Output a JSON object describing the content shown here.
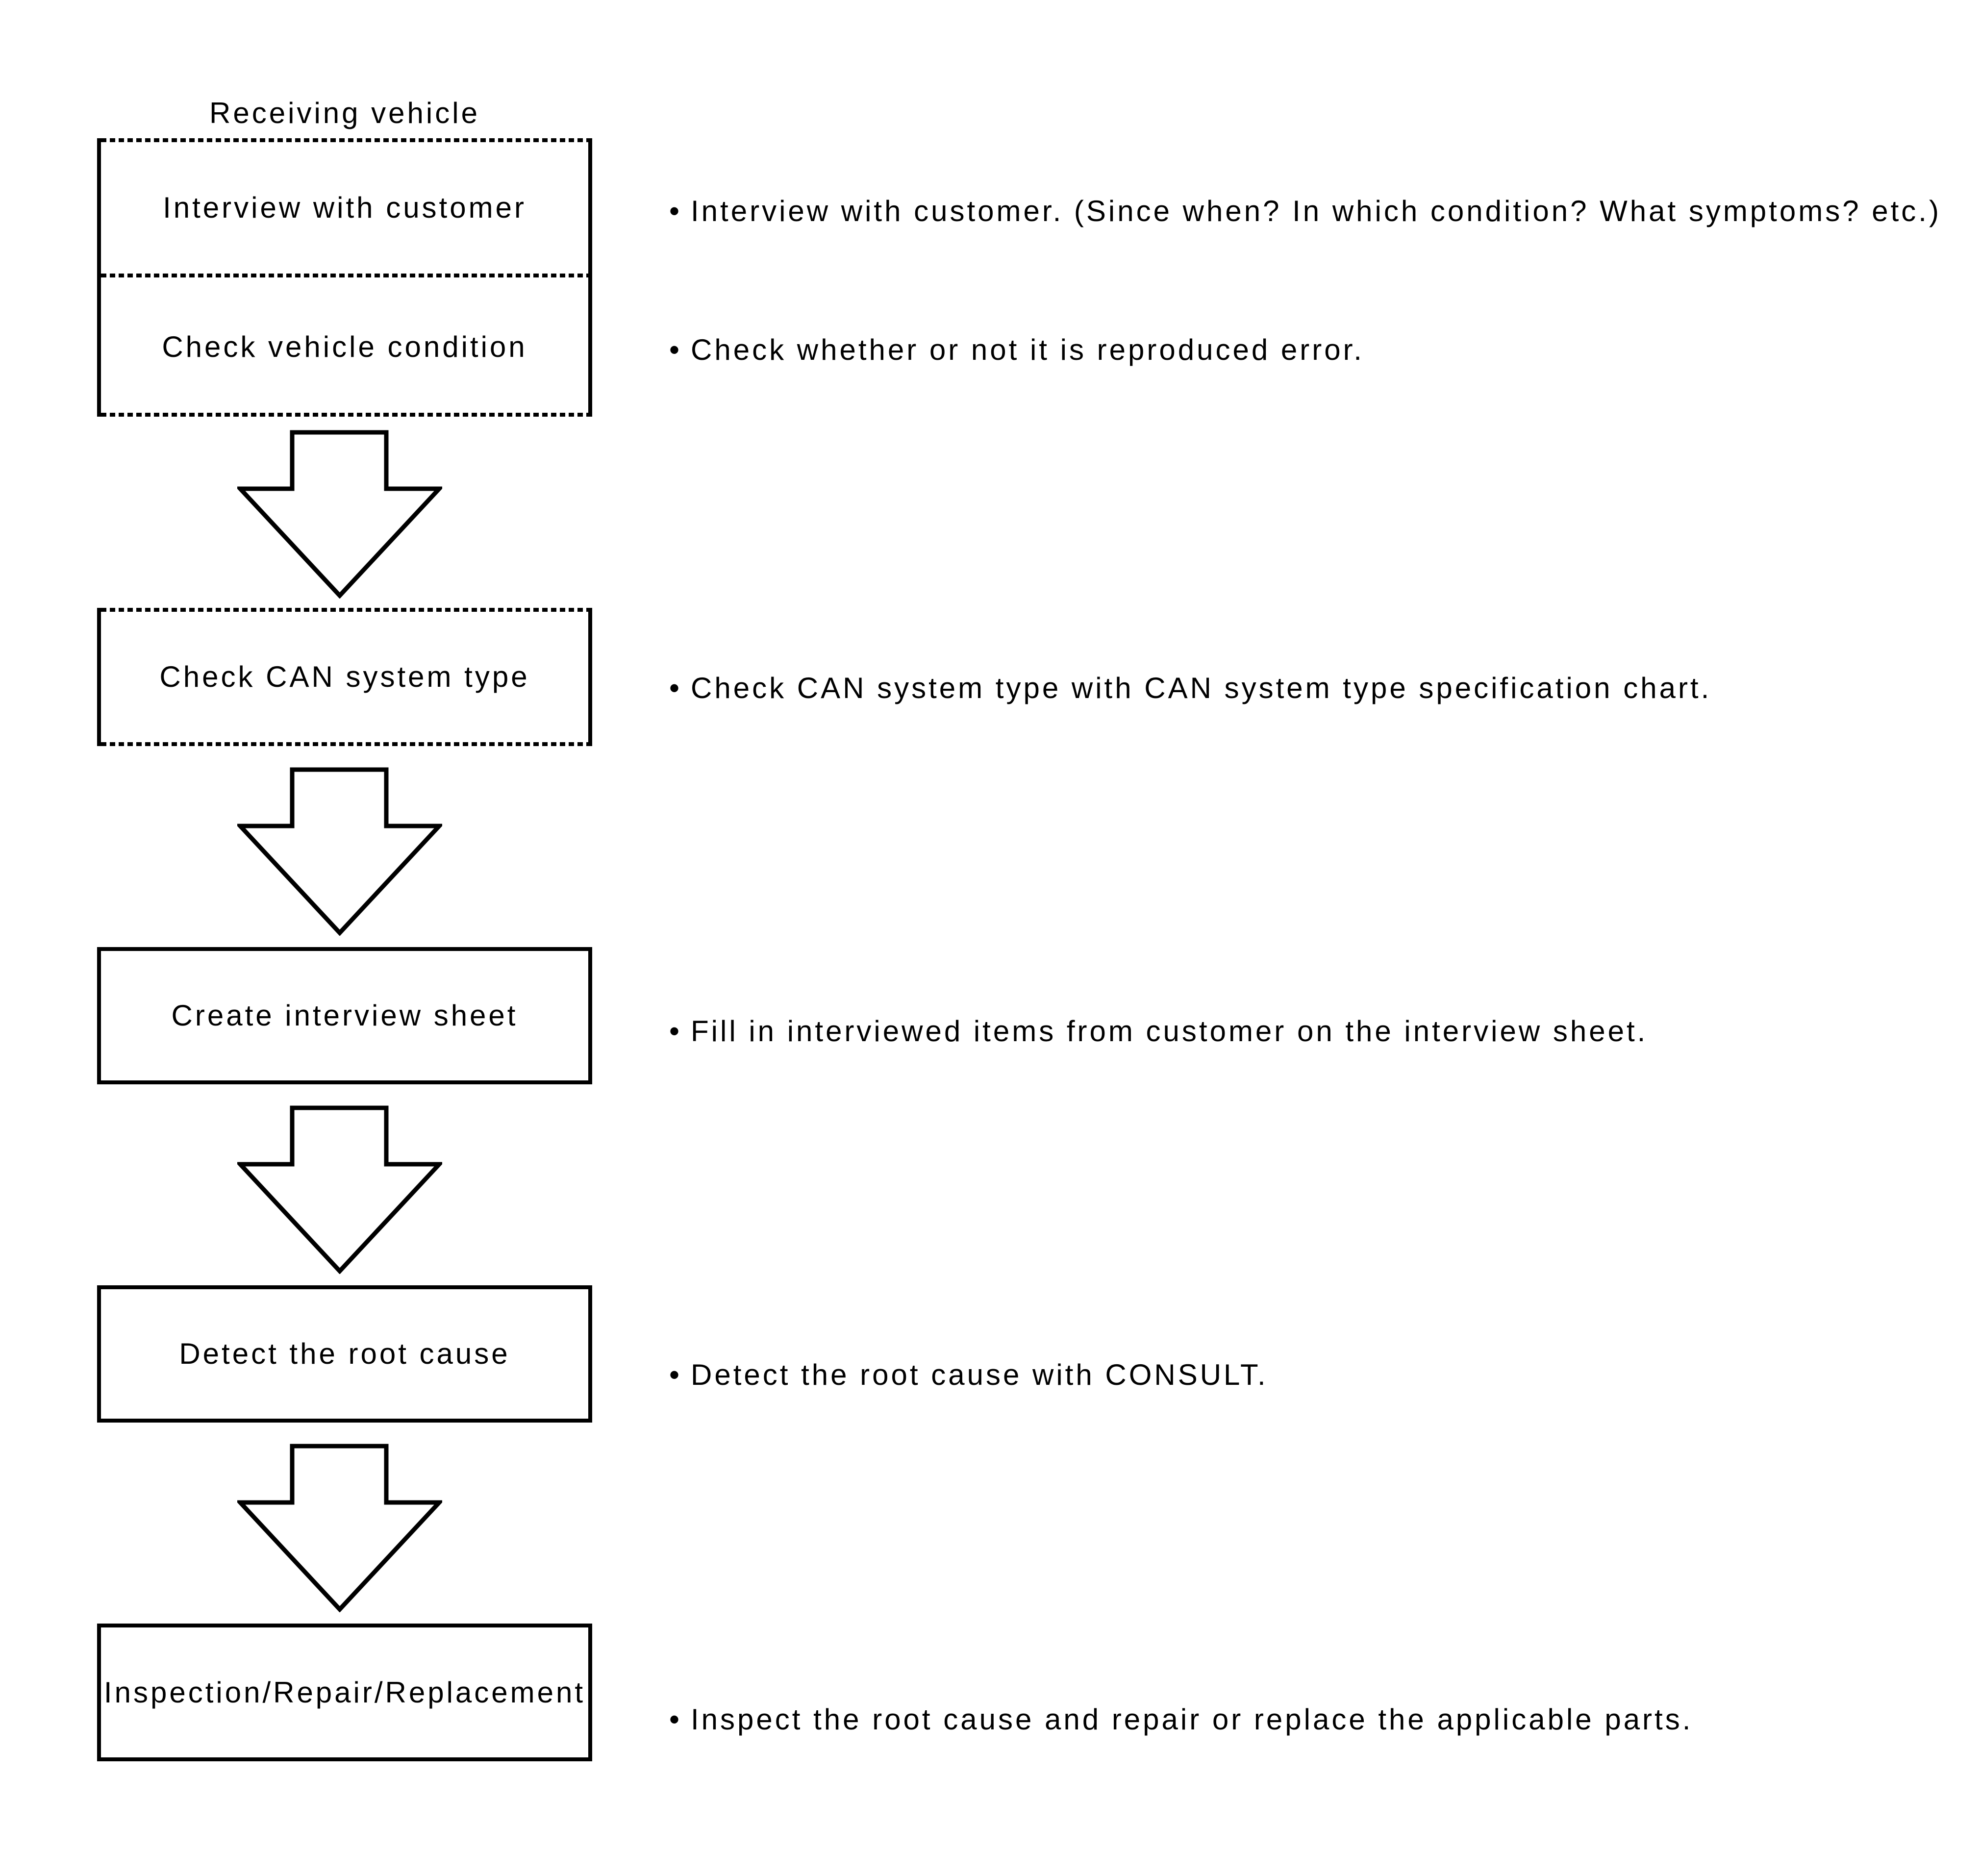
{
  "title": "Receiving vehicle",
  "bullet": "•",
  "colors": {
    "ink": "#000000",
    "paper": "#ffffff"
  },
  "steps": [
    "Interview with customer",
    "Check vehicle condition",
    "Check CAN system type",
    "Create interview sheet",
    "Detect the root cause",
    "Inspection/Repair/Replacement"
  ],
  "annotations": [
    "Interview with customer. (Since when? In which condition? What symptoms? etc.)",
    "Check whether or not it is reproduced error.",
    "Check CAN system type with CAN system type specification chart.",
    "Fill in interviewed items from customer on the interview sheet.",
    "Detect the root cause with CONSULT.",
    "Inspect the root cause and repair or replace the applicable parts."
  ]
}
